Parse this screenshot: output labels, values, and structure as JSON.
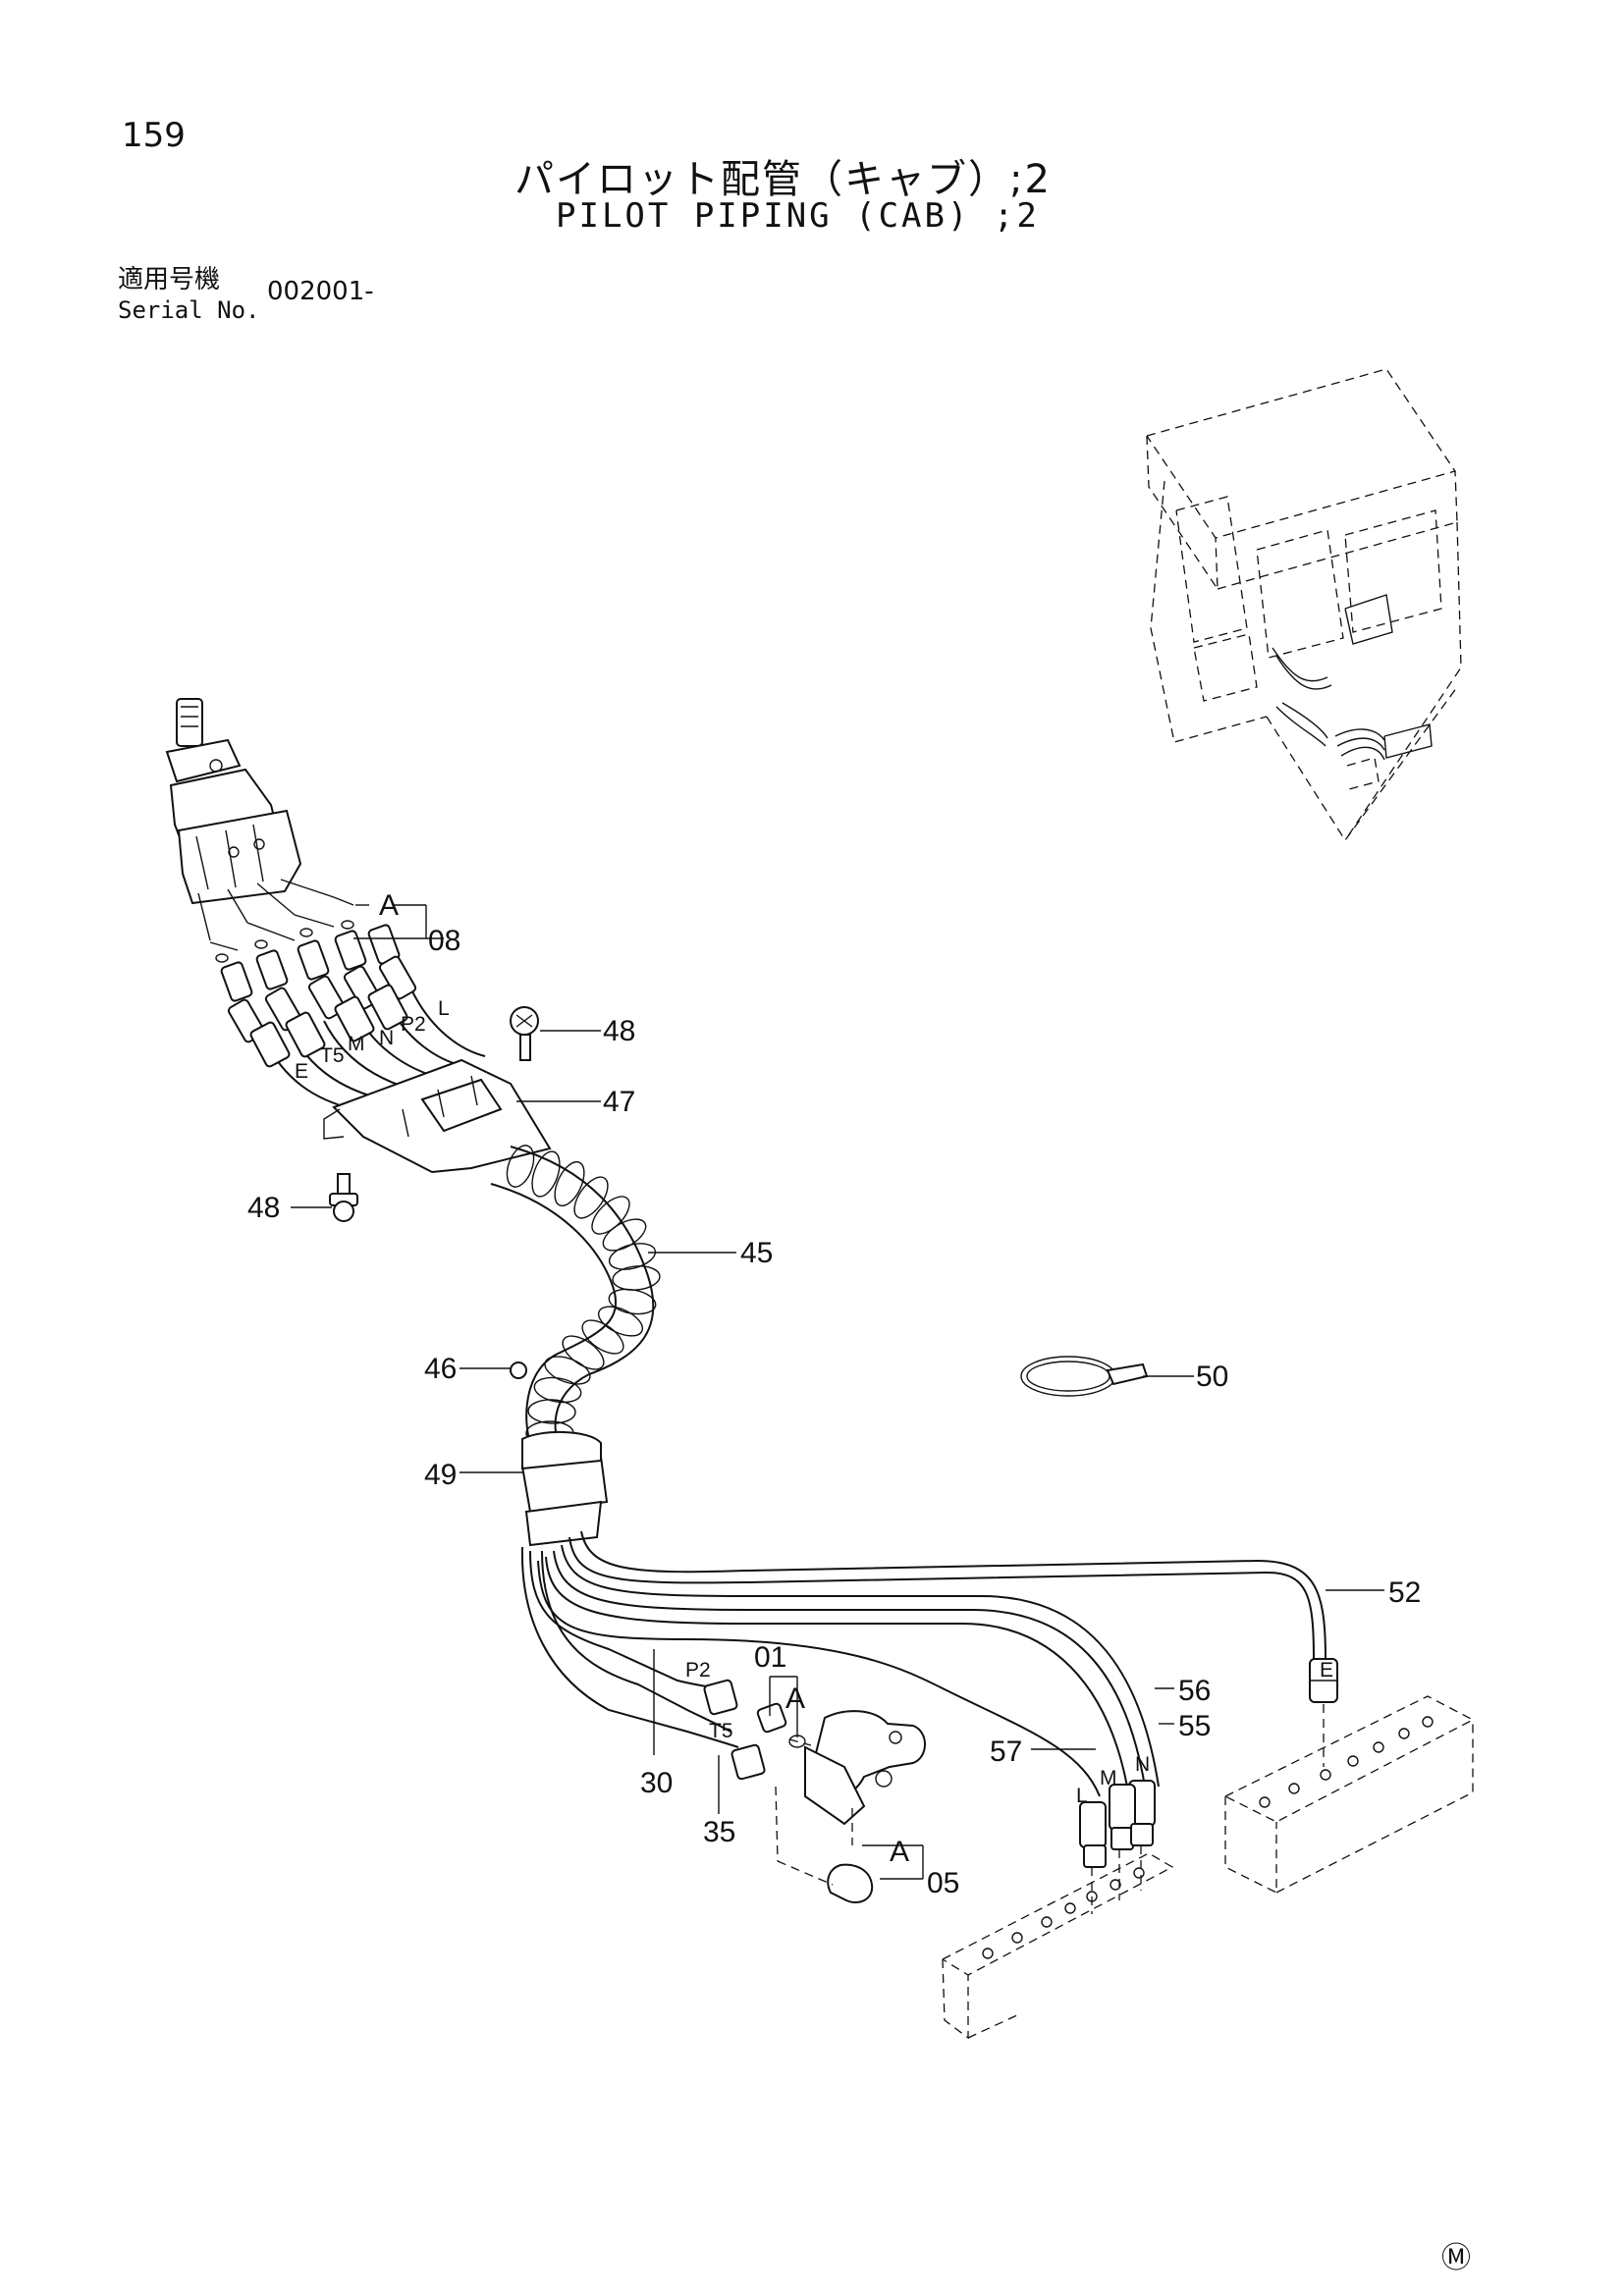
{
  "page_number": "159",
  "title_jp": "パイロット配管（キャブ）;2",
  "title_en": "PILOT PIPING (CAB) ;2",
  "serial": {
    "label_jp": "適用号機",
    "label_en": "Serial No.",
    "value": "002001-"
  },
  "callouts": {
    "c08": "08",
    "c48a": "48",
    "c47": "47",
    "c48b": "48",
    "c45": "45",
    "c46": "46",
    "c50": "50",
    "c49": "49",
    "c52": "52",
    "c01": "01",
    "c56": "56",
    "c55": "55",
    "c57": "57",
    "c30": "30",
    "c35": "35",
    "c05": "05"
  },
  "markers": {
    "a1": "A",
    "a2": "A",
    "a3": "A"
  },
  "ports": {
    "L": "L",
    "P2": "P2",
    "N": "N",
    "M": "M",
    "T5": "T5",
    "E": "E",
    "P2b": "P2",
    "T5b": "T5",
    "Eb": "E",
    "Mb": "M",
    "Nb": "N",
    "Lb": "L"
  },
  "mark": "Ⓜ"
}
